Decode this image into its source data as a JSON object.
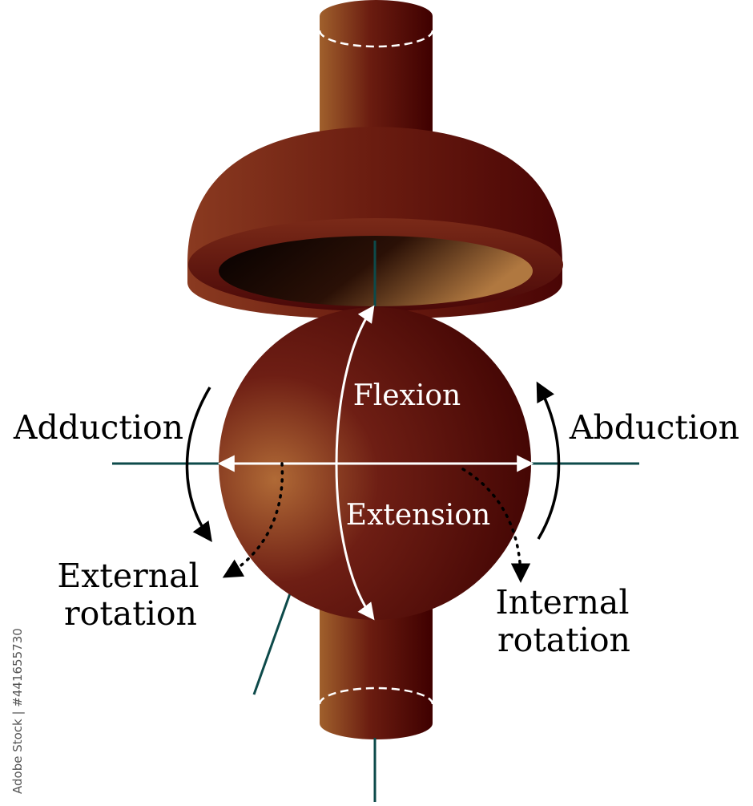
{
  "diagram": {
    "labels": {
      "flexion": "Flexion",
      "extension": "Extension",
      "adduction": "Adduction",
      "abduction": "Abduction",
      "external_rotation_line1": "External",
      "external_rotation_line2": "rotation",
      "internal_rotation_line1": "Internal",
      "internal_rotation_line2": "rotation"
    },
    "watermark": "Adobe Stock | #441655730",
    "colors": {
      "bone_light": "#a0602c",
      "bone_mid": "#7a2a18",
      "bone_dark": "#3f0000",
      "axis_line": "#0d4a4a",
      "arrow_white": "#ffffff",
      "arrow_black": "#000000"
    }
  }
}
